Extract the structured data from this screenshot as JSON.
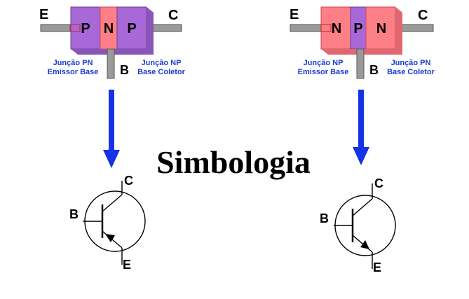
{
  "title": "Simbologia",
  "pnp": {
    "emitter_label": "E",
    "collector_label": "C",
    "base_label": "B",
    "blocks": [
      "P",
      "N",
      "P"
    ],
    "junction_left": [
      "Junção PN",
      "Emissor Base"
    ],
    "junction_right": [
      "Junção NP",
      "Base Coletor"
    ],
    "symbol": {
      "collector": "C",
      "base": "B",
      "emitter": "E"
    }
  },
  "npn": {
    "emitter_label": "E",
    "collector_label": "C",
    "base_label": "B",
    "blocks": [
      "N",
      "P",
      "N"
    ],
    "junction_left": [
      "Junção NP",
      "Emissor Base"
    ],
    "junction_right": [
      "Junção PN",
      "Base Coletor"
    ],
    "symbol": {
      "collector": "C",
      "base": "B",
      "emitter": "E"
    }
  },
  "colors": {
    "p_region": "#a868d8",
    "n_region": "#ff7f86",
    "terminal": "#9a9a9a",
    "arrow": "#1632e6",
    "junction_text": "#1a3bd6"
  }
}
